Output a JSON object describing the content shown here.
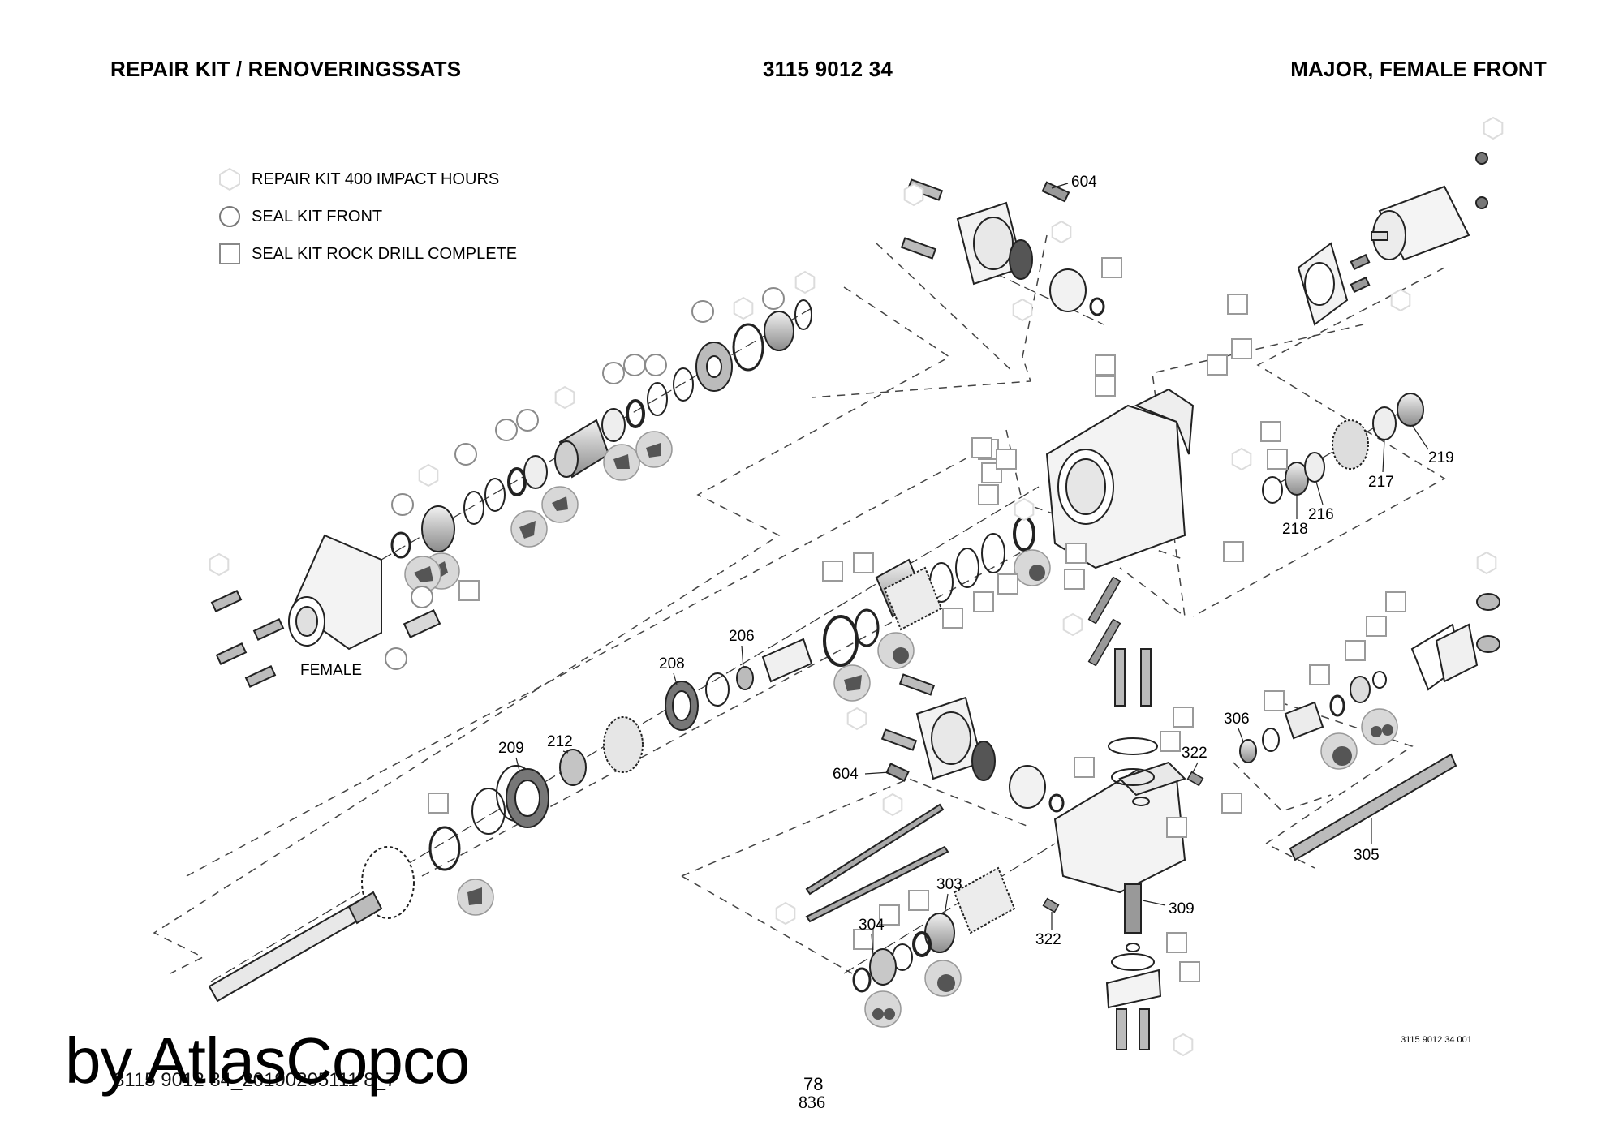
{
  "header": {
    "left": "REPAIR KIT / RENOVERINGSSATS",
    "center": "3115 9012 34",
    "right": "MAJOR, FEMALE FRONT"
  },
  "legend": [
    {
      "symbol": "hexagon",
      "icon": "hexagon-icon",
      "label": "REPAIR KIT 400 IMPACT HOURS"
    },
    {
      "symbol": "circle",
      "icon": "circle-icon",
      "label": "SEAL KIT FRONT"
    },
    {
      "symbol": "square",
      "icon": "square-icon",
      "label": "SEAL KIT ROCK DRILL COMPLETE"
    }
  ],
  "labels": {
    "female": "FEMALE"
  },
  "part_numbers": {
    "p604a": "604",
    "p604b": "604",
    "p219": "219",
    "p217": "217",
    "p216": "216",
    "p218": "218",
    "p206": "206",
    "p208": "208",
    "p209": "209",
    "p212": "212",
    "p306": "306",
    "p322a": "322",
    "p322b": "322",
    "p305": "305",
    "p303": "303",
    "p304": "304",
    "p309": "309"
  },
  "footer": {
    "drawing_number": "3115 9012 34 001",
    "document_code": "3115 9012 34_20190205111 8_7",
    "watermark": "by AtlasCopco",
    "page_number": "78",
    "page_total": "836"
  },
  "colors": {
    "marker_hexagon": "#dcdcdc",
    "marker_circle": "#8a8a8a",
    "marker_square": "#9a9a9a",
    "part_fill": "#e6e6e6",
    "part_dark": "#555555",
    "detail_bubble": "#d8d8d8"
  }
}
